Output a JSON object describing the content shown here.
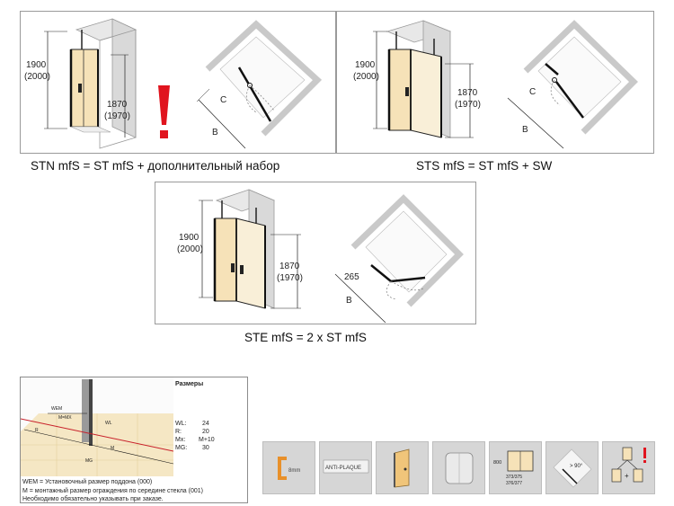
{
  "panels": {
    "stn": {
      "caption": "STN mfS = ST mfS + дополнительный набор",
      "height_label_1": "1900",
      "height_label_2": "(2000)",
      "inner_label_1": "1870",
      "inner_label_2": "(1970)",
      "label_c": "C",
      "label_b": "B"
    },
    "sts": {
      "caption": "STS mfS = ST mfS + SW",
      "height_label_1": "1900",
      "height_label_2": "(2000)",
      "inner_label_1": "1870",
      "inner_label_2": "(1970)",
      "label_c": "C",
      "label_b": "B"
    },
    "ste": {
      "caption": "STE mfS = 2 x ST mfS",
      "height_label_1": "1900",
      "height_label_2": "(2000)",
      "inner_label_1": "1870",
      "inner_label_2": "(1970)",
      "label_265": "265",
      "label_b": "B"
    }
  },
  "install": {
    "labels": {
      "wem": "WEM",
      "m_mx": "M=MX",
      "r": "R",
      "wl": "WL",
      "mg": "MG",
      "m": "M"
    },
    "sizes_title": "Размеры",
    "sizes": [
      {
        "key": "WL:",
        "value": "24"
      },
      {
        "key": "R:",
        "value": "20"
      },
      {
        "key": "Mx:",
        "value": "M+10"
      },
      {
        "key": "MG:",
        "value": "30"
      }
    ],
    "legend": [
      "WEM = Установочный размер поддона (000)",
      "M = монтажный размер ограждения по середине стекла (001)",
      "Необходимо обязательно указывать при заказе."
    ]
  },
  "icons": [
    {
      "name": "glass-thickness-icon",
      "text": "8mm"
    },
    {
      "name": "anti-plaque-icon",
      "text": "ANTI-PLAQUE"
    },
    {
      "name": "pivot-door-icon",
      "text": ""
    },
    {
      "name": "round-profile-icon",
      "text": ""
    },
    {
      "name": "dimensions-icon",
      "text_a": "800",
      "text_b": "373/375",
      "text_c": "376/377"
    },
    {
      "name": "opening-angle-icon",
      "text": "> 90°"
    },
    {
      "name": "combination-icon",
      "text": "+"
    }
  ],
  "colors": {
    "warning_red": "#e0141e",
    "glass_tint": "#f6e2b8",
    "wall_grey": "#cfcfcf",
    "icon_orange": "#e8902a"
  }
}
